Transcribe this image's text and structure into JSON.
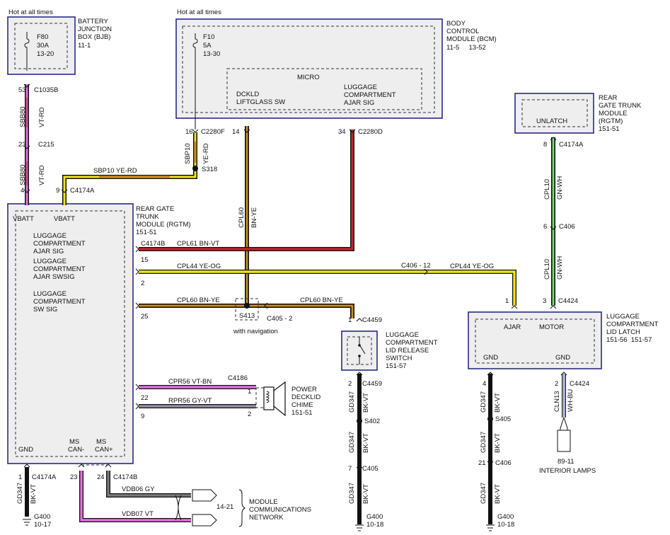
{
  "hot": {
    "left": "Hot at all times",
    "mid": "Hot at all times"
  },
  "bjb": {
    "title": [
      "BATTERY",
      "JUNCTION",
      "BOX (BJB)",
      "11-1"
    ],
    "fuse": [
      "F80",
      "30A",
      "13-20"
    ]
  },
  "bcm": {
    "title": [
      "BODY",
      "CONTROL",
      "MODULE (BCM)",
      "11-5     13-52"
    ],
    "fuse": [
      "F10",
      "5A",
      "13-30"
    ],
    "micro": "MICRO",
    "pin_dckld": [
      "DCKLD",
      "LIFTGLASS SW"
    ],
    "pin_lug": [
      "LUGGAGE",
      "COMPARTMENT",
      "AJAR SIG"
    ]
  },
  "rgtm_top": {
    "title": [
      "REAR",
      "GATE TRUNK",
      "MODULE",
      "(RGTM)",
      "151-51"
    ],
    "unlatch": "UNLATCH"
  },
  "rgtm": {
    "title": [
      "REAR GATE",
      "TRUNK",
      "MODULE (RGTM)",
      "151-51"
    ],
    "vbatt1": "VBATT",
    "vbatt2": "VBATT",
    "sig1": [
      "LUGGAGE",
      "COMPARTMENT",
      "AJAR SIG"
    ],
    "sig2": [
      "LUGGAGE",
      "COMPARTMENT",
      "AJAR SWSIG"
    ],
    "sig3": [
      "LUGGAGE",
      "COMPARTMENT",
      "SW SIG"
    ],
    "gnd": "GND",
    "mscan_m": [
      "MS",
      "CAN-"
    ],
    "mscan_p": [
      "MS",
      "CAN+"
    ]
  },
  "latch": {
    "title": [
      "LUGGAGE",
      "COMPARTMENT",
      "LID LATCH",
      "151-56  151-57"
    ],
    "ajar": "AJAR",
    "motor": "MOTOR",
    "gnd1": "GND",
    "gnd2": "GND"
  },
  "switch": {
    "title": [
      "LUGGAGE",
      "COMPARTMENT",
      "LID RELEASE",
      "SWITCH",
      "151-57"
    ]
  },
  "chime": {
    "title": [
      "POWER",
      "DECKLID",
      "CHIME",
      "151-51"
    ],
    "pin1": "1",
    "pin2": "2"
  },
  "network": {
    "ref": "14-21",
    "title": [
      "MODULE",
      "COMMUNICATIONS",
      "NETWORK"
    ]
  },
  "lamps": {
    "ref": "89-11",
    "title": "INTERIOR LAMPS"
  },
  "splices": {
    "s318": "S318",
    "s413": "S413",
    "s413_note": "with navigation",
    "s402": "S402",
    "s405": "S405"
  },
  "grounds": {
    "g1": [
      "G400",
      "10-17"
    ],
    "g2": [
      "G400",
      "10-18"
    ],
    "g3": [
      "G400",
      "10-18"
    ]
  },
  "connectors": {
    "c1035b": "C1035B",
    "p53": "53",
    "c215": "C215",
    "p23": "23",
    "c4174a_4": "C4174A",
    "p4": "4",
    "p9": "9",
    "c2280f": "C2280F",
    "p16": "16",
    "p14": "14",
    "c2280d": "C2280D",
    "p34": "34",
    "c4174b": "C4174B",
    "p15": "15",
    "p2": "2",
    "p25": "25",
    "c405_2": "C405 - 2",
    "c406_12": "C406 - 12",
    "c4174a_8": "C4174A",
    "p8": "8",
    "c406": "C406",
    "p6": "6",
    "c4424": "C4424",
    "p1": "1",
    "p3": "3",
    "c4459a": "C4459",
    "p1b": "1",
    "c4459b": "C4459",
    "p2b": "2",
    "c405": "C405",
    "p7": "7",
    "c4186": "C4186",
    "p22": "22",
    "p9b": "9",
    "c4174a_1": "C4174A",
    "p1c": "1",
    "p23b": "23",
    "p24": "24",
    "c4174b_2": "C4174B",
    "c4424b": "C4424",
    "p4b": "4",
    "p2c": "2",
    "c406b": "C406",
    "p21": "21"
  },
  "wires": {
    "sbb80_a": [
      "SBB80",
      "VT-RD"
    ],
    "sbb80_b": [
      "SBB80",
      "VT-RD"
    ],
    "sbp10": [
      "SBP10",
      "YE-RD"
    ],
    "sbp10_h": "SBP10   YE-RD",
    "cpl60_v": [
      "CPL60",
      "BN-YE"
    ],
    "cpl61": "CPL61     BN-VT",
    "cpl44": "CPL44     YE-OG",
    "cpl44_b": "CPL44    YE-OG",
    "cpl60_h": "CPL60     BN-YE",
    "cpl60_h2": "CPL60     BN-YE",
    "cpl10_a": [
      "CPL10",
      "GN-WH"
    ],
    "cpl10_b": [
      "CPL10",
      "GN-WH"
    ],
    "cpr56": "CPR56        VT-BN",
    "rpr56": "RPR56        GY-VT",
    "gd347_a": [
      "GD347",
      "BK-VT"
    ],
    "gd347_b": [
      "GD347",
      "BK-VT"
    ],
    "gd347_c": [
      "GD347",
      "BK-VT"
    ],
    "gd347_d": [
      "GD347",
      "BK-VT"
    ],
    "gd347_e": [
      "GD347",
      "BK-VT"
    ],
    "gd347_f": [
      "GD347",
      "BK-VT"
    ],
    "gd347_g": [
      "GD347",
      "BK-VT"
    ],
    "cln13": [
      "CLN13",
      "WH-BU"
    ],
    "vdb06": "VDB06     GY",
    "vdb07": "VDB07     VT"
  },
  "colors": {
    "VT": "#e36fe0",
    "RD": "#b8262a",
    "YE": "#f1e41a",
    "BN": "#8b4a18",
    "OG": "#f08a20",
    "GN": "#2a9a2a",
    "WH": "#ffffff",
    "BK": "#111111",
    "GY": "#7a7a7a",
    "BU": "#2a55c8",
    "box": "#2a2a8a"
  }
}
